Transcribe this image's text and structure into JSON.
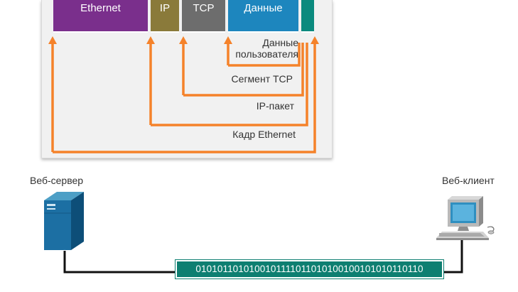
{
  "frame": {
    "segments": [
      {
        "label": "Ethernet",
        "color": "#7a2f8c"
      },
      {
        "label": "IP",
        "color": "#8a7a3a"
      },
      {
        "label": "TCP",
        "color": "#6d6d6d"
      },
      {
        "label": "Данные",
        "color": "#1d86be"
      },
      {
        "label": "",
        "color": "#0b8a7e"
      }
    ],
    "layers": {
      "user_data": "Данные пользователя",
      "tcp_segment": "Сегмент TCP",
      "ip_packet": "IP-пакет",
      "ethernet_frame": "Кадр Ethernet"
    },
    "arrow_color": "#f5822a"
  },
  "devices": {
    "server": {
      "label": "Веб-сервер",
      "icon": "server-icon"
    },
    "client": {
      "label": "Веб-клиент",
      "icon": "computer-icon"
    }
  },
  "link": {
    "bits": "0101011010100101111011010100100101010110110",
    "color": "#0e7f71"
  }
}
